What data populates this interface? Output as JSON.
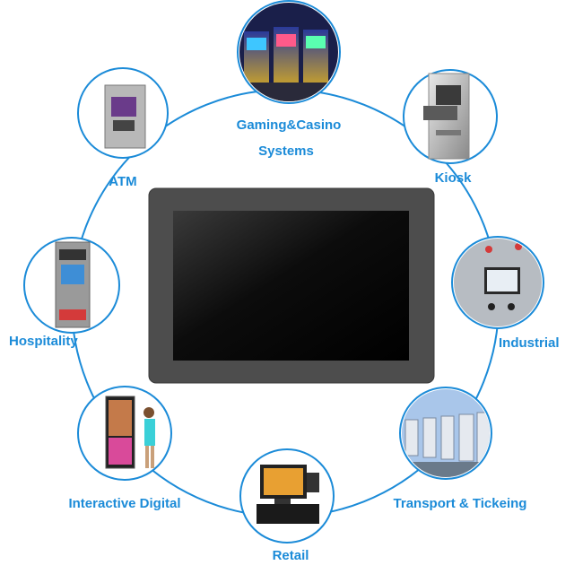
{
  "applications": [
    {
      "id": "gaming",
      "lines": [
        "Gaming&Casino",
        "Systems"
      ],
      "icon": "slot-machines-icon"
    },
    {
      "id": "kiosk",
      "lines": [
        "Kiosk"
      ],
      "icon": "kiosk-terminal-icon"
    },
    {
      "id": "industrial",
      "lines": [
        "Industrial"
      ],
      "icon": "control-panel-icon"
    },
    {
      "id": "transport",
      "lines": [
        "Transport & Tickeing"
      ],
      "icon": "ticket-machines-icon"
    },
    {
      "id": "retail",
      "lines": [
        "Retail"
      ],
      "icon": "pos-terminal-icon"
    },
    {
      "id": "interactive",
      "lines": [
        "Interactive Digital"
      ],
      "icon": "digital-signage-icon"
    },
    {
      "id": "hospitality",
      "lines": [
        "Hospitality"
      ],
      "icon": "self-service-kiosk-icon"
    },
    {
      "id": "atm",
      "lines": [
        "ATM"
      ],
      "icon": "atm-machine-icon"
    }
  ],
  "colors": {
    "accent": "#1b8bd8",
    "bezel": "#4a4a4a",
    "screen": "#000000"
  }
}
